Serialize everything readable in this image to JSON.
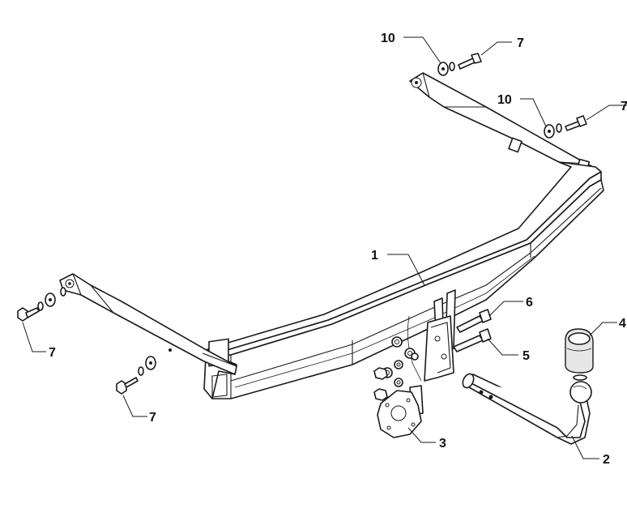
{
  "callouts": {
    "c1": "1",
    "c2": "2",
    "c3": "3",
    "c4": "4",
    "c5": "5",
    "c6": "6",
    "c7a": "7",
    "c7b": "7",
    "c7c": "7",
    "c7d": "7",
    "c10a": "10",
    "c10b": "10"
  },
  "colors": {
    "line": "#1a1a1a",
    "background": "#ffffff",
    "shade": "#e6e6e6"
  }
}
